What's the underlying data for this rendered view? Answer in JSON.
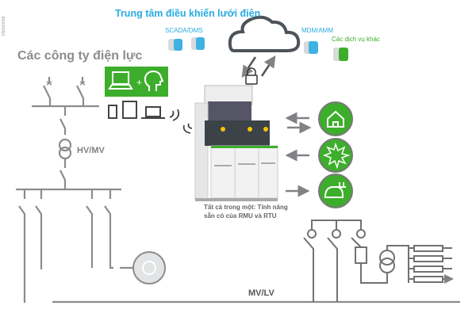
{
  "title": "Trung tâm điều khiển lưới điện",
  "doc_id": "DM100068",
  "systems": {
    "scada": "SCADA/DMS",
    "mdm": "MDM/AMM",
    "other": "Các dịch vụ khác"
  },
  "company_label": "Các công ty điện lực",
  "substation_label": "HV/MV",
  "network_label": "MV/LV",
  "caption": {
    "line1": "Tất cả trong một: Tính năng",
    "line2": "sẵn có của RMU  và RTU"
  },
  "colors": {
    "accent_cyan": "#29abe2",
    "accent_green": "#3dae2b",
    "line_gray": "#808285",
    "cloud": "#4d5359"
  },
  "icons": [
    "cloud-icon",
    "lock-icon",
    "laptop-icon",
    "person-head-icon",
    "tablet-icon",
    "phone-icon",
    "wifi-icon",
    "house-icon",
    "sun-icon",
    "electric-car-icon",
    "generator-icon",
    "transformer-icon"
  ]
}
